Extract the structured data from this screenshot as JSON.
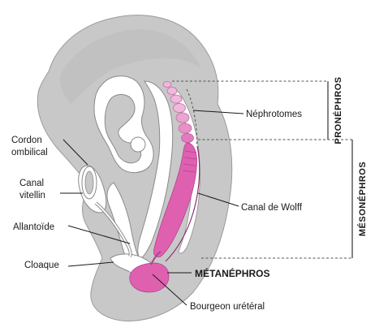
{
  "labels": {
    "nephrotomes": "Néphrotomes",
    "cordon_line1": "Cordon",
    "cordon_line2": "ombilical",
    "canal_vitellin_line1": "Canal",
    "canal_vitellin_line2": "vitellin",
    "allantoide": "Allantoïde",
    "cloaque": "Cloaque",
    "canal_de_wolff": "Canal de Wolff",
    "metanephros": "MÉTANÉPHROS",
    "bourgeon_ureteral": "Bourgeon urétéral",
    "pronephros": "PRONÉPHROS",
    "mesonephros": "MÉSONÉPHROS"
  },
  "colors": {
    "embryo_fill": "#c8c8c8",
    "embryo_outline": "#9a9a9a",
    "cavity_fill": "#ffffff",
    "nephron_fill": "#e060b0",
    "nephrotome_light": "#f0b8dc",
    "nephrotome_mid": "#e890c8",
    "text": "#1a1a1a"
  }
}
